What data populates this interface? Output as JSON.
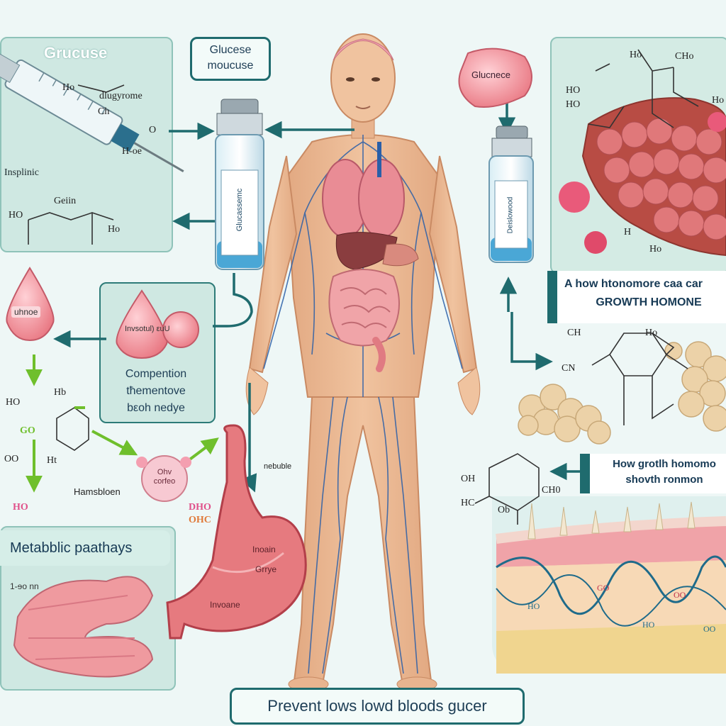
{
  "labels": {
    "grucuse": "Grucuse",
    "glucese_mouse_line1": "Glucese",
    "glucese_mouse_line2": "moucuse",
    "glucenece": "Glucnece",
    "insplinic": "Insplinic",
    "compention_line1": "Compention",
    "compention_line2": "tħementove",
    "compention_line3": "bεoh nedye",
    "drop_left": "uhnoe",
    "drop_center": "Invsotul) εuU",
    "growth_top_line1": "A how htonomore caa car",
    "growth_top_line2": "GROWTH HOMONE",
    "growth_mid_line1": "How grotlh homomo",
    "growth_mid_line2": "shovth ronmon",
    "metabolic": "Metabblic paathays",
    "measure": "1-ɘo nn",
    "nebuble": "nebuble",
    "stomach_1": "Inoain",
    "stomach_2": "Grrye",
    "stomach_3": "Invoane",
    "hamsbloen": "Hamsbloen",
    "small_organ": "Ohv\ncorfeo",
    "bottom_banner": "Prevent lows lowd bloods gucer",
    "vial_left": "Glucassemc",
    "vial_right": "Deislowood"
  },
  "chem": {
    "syringe": [
      "Ho",
      "dlugyrome",
      "Ch",
      "O",
      "H-oe",
      "Geiin",
      "HO",
      "Ho"
    ],
    "left_mid": [
      "Hb",
      "HO",
      "Ht",
      "GO",
      "OO",
      "HO",
      "DHO",
      "OHC"
    ],
    "top_right": [
      "Ho",
      "CHo",
      "HO",
      "HO",
      "Ho",
      "H",
      "Ho"
    ],
    "mid_right": [
      "CH",
      "Ho",
      "CN"
    ],
    "lower_right": [
      "OH",
      "CH0",
      "HC",
      "Ob"
    ],
    "tissue": [
      "GO",
      "OO",
      "HO",
      "HO",
      "OO"
    ]
  },
  "colors": {
    "teal": "#1f6b6e",
    "panel": "#cfe8e2",
    "skin": "#e9b790",
    "organ_pink": "#e98c95",
    "vein_blue": "#2a5fa8",
    "arrow_green": "#6fbf2c"
  }
}
